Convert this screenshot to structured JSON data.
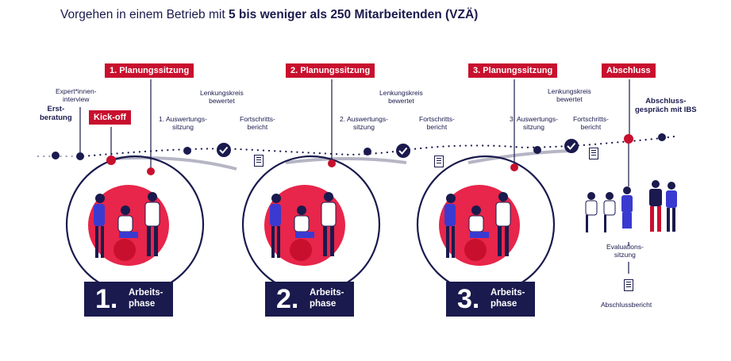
{
  "title": {
    "prefix": "Vorgehen in einem Betrieb mit ",
    "bold": "5 bis weniger als 250 Mitarbeitenden (VZÄ)"
  },
  "colors": {
    "navy": "#1a1a4e",
    "red": "#c8102e",
    "pink": "#e8254a",
    "gray": "#b5b5c5"
  },
  "labels": {
    "erstberatung": "Erst-\nberatung",
    "expert_interview": "Expert*innen-\ninterview",
    "kickoff": "Kick-off",
    "abschluss": "Abschluss",
    "abschlussgespraech": "Abschluss-\ngespräch mit IBS",
    "evaluationssitzung": "Evaluations-\nsitzung",
    "abschlussbericht": "Abschlussbericht"
  },
  "phases": [
    {
      "planning": "1. Planungssitzung",
      "auswertung": "1. Auswertungs-\nsitzung",
      "lenkungskreis": "Lenkungskreis\nbewertet",
      "fortschritt": "Fortschritts-\nbericht",
      "number": "1.",
      "phase_label": "Arbeits-\nphase"
    },
    {
      "planning": "2. Planungssitzung",
      "auswertung": "2. Auswertungs-\nsitzung",
      "lenkungskreis": "Lenkungskreis\nbewertet",
      "fortschritt": "Fortschritts-\nbericht",
      "number": "2.",
      "phase_label": "Arbeits-\nphase"
    },
    {
      "planning": "3. Planungssitzung",
      "auswertung": "3. Auswertungs-\nsitzung",
      "lenkungskreis": "Lenkungskreis\nbewertet",
      "fortschritt": "Fortschritts-\nbericht",
      "number": "3.",
      "phase_label": "Arbeits-\nphase"
    }
  ]
}
